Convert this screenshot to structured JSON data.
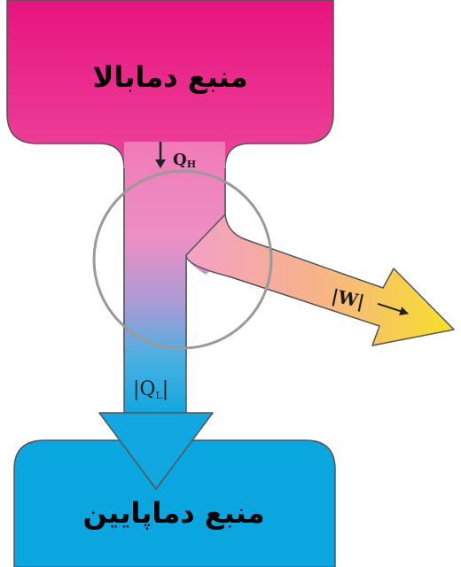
{
  "hot_reservoir": {
    "label": "منبع دمابالا",
    "color": "#e8137f"
  },
  "cold_reservoir": {
    "label": "منبع دماپایین",
    "color": "#0aa6df"
  },
  "heat_in": {
    "label": "Q",
    "subscript": "H"
  },
  "heat_out": {
    "label": "|Q",
    "subscript": "L",
    "closing": "|"
  },
  "work_out": {
    "label": "|W|",
    "color": "#f7d928"
  },
  "engine_circle": {
    "color": "#9a9a9a"
  }
}
